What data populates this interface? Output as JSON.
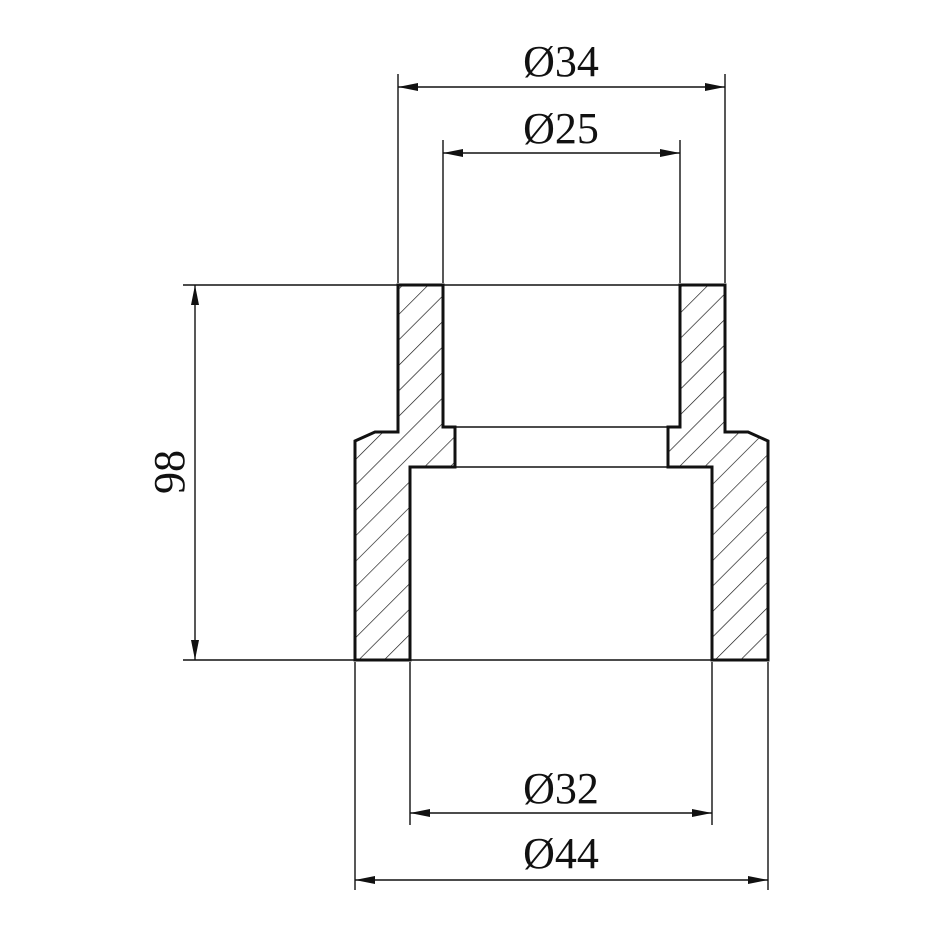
{
  "dimensions": {
    "top_outer_diameter": "Ø34",
    "top_inner_diameter": "Ø25",
    "bottom_inner_diameter": "Ø32",
    "bottom_outer_diameter": "Ø44",
    "height": "98"
  }
}
